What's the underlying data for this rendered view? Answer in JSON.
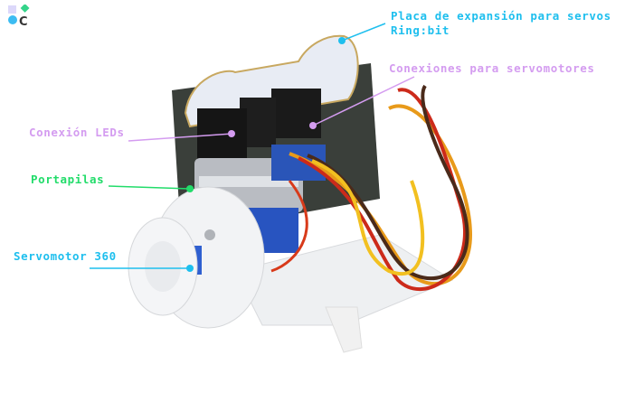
{
  "colors": {
    "cyan": "#1ebfee",
    "lilac": "#d49cf0",
    "green": "#22dc6a",
    "logo_square": "#dcd8fa",
    "logo_diamond": "#34d48a",
    "logo_circle": "#3cbcf2",
    "logo_letter": "#333333"
  },
  "logo": {
    "letter": "C"
  },
  "labels": [
    {
      "id": "ringbit",
      "line1": "Placa de expansión para servos",
      "line2": "Ring:bit",
      "color": "cyan"
    },
    {
      "id": "servo-connections",
      "text": "Conexiones para servomotores",
      "color": "lilac"
    },
    {
      "id": "led-connection",
      "text": "Conexión LEDs",
      "color": "lilac"
    },
    {
      "id": "battery-holder",
      "text": "Portapilas",
      "color": "green"
    },
    {
      "id": "servo-360",
      "text": "Servomotor 360",
      "color": "cyan"
    }
  ]
}
